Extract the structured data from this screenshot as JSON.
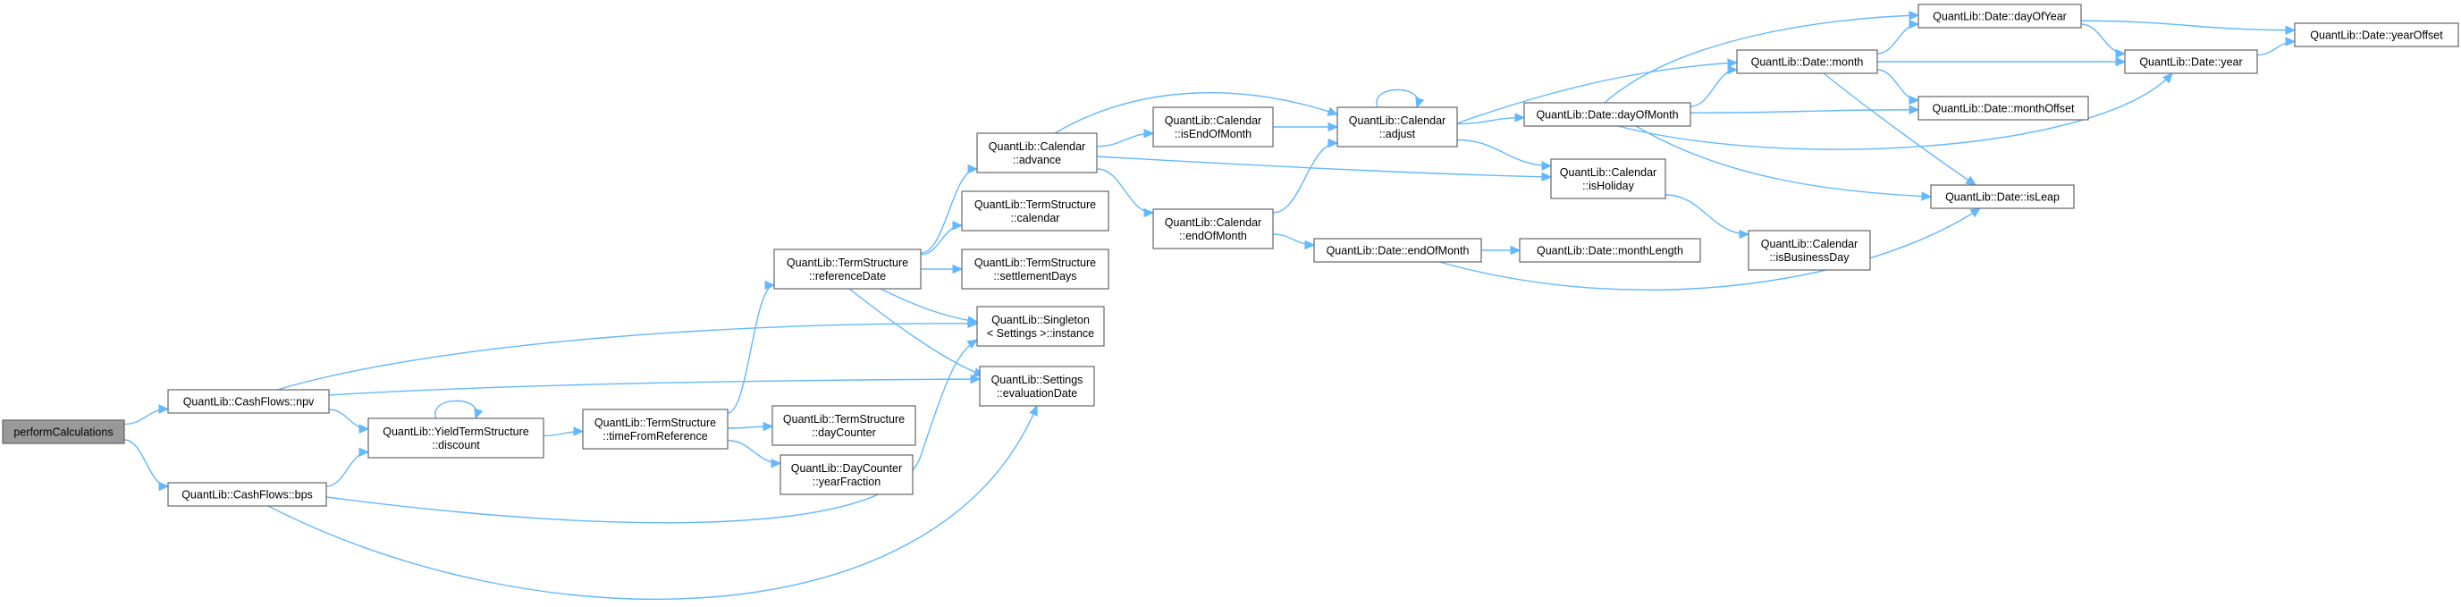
{
  "graph": {
    "root_node": "performCalculations",
    "nodes": [
      {
        "id": "performCalculations",
        "lines": [
          "performCalculations"
        ]
      },
      {
        "id": "npv",
        "lines": [
          "QuantLib::CashFlows::npv"
        ]
      },
      {
        "id": "bps",
        "lines": [
          "QuantLib::CashFlows::bps"
        ]
      },
      {
        "id": "discount",
        "lines": [
          "QuantLib::YieldTermStructure",
          "::discount"
        ]
      },
      {
        "id": "timeFromReference",
        "lines": [
          "QuantLib::TermStructure",
          "::timeFromReference"
        ]
      },
      {
        "id": "referenceDate",
        "lines": [
          "QuantLib::TermStructure",
          "::referenceDate"
        ]
      },
      {
        "id": "dayCounter",
        "lines": [
          "QuantLib::TermStructure",
          "::dayCounter"
        ]
      },
      {
        "id": "yearFraction",
        "lines": [
          "QuantLib::DayCounter",
          "::yearFraction"
        ]
      },
      {
        "id": "advance",
        "lines": [
          "QuantLib::Calendar",
          "::advance"
        ]
      },
      {
        "id": "tsCalendar",
        "lines": [
          "QuantLib::TermStructure",
          "::calendar"
        ]
      },
      {
        "id": "settlementDays",
        "lines": [
          "QuantLib::TermStructure",
          "::settlementDays"
        ]
      },
      {
        "id": "instance",
        "lines": [
          "QuantLib::Singleton",
          "< Settings >::instance"
        ]
      },
      {
        "id": "evaluationDate",
        "lines": [
          "QuantLib::Settings",
          "::evaluationDate"
        ]
      },
      {
        "id": "isEndOfMonth",
        "lines": [
          "QuantLib::Calendar",
          "::isEndOfMonth"
        ]
      },
      {
        "id": "calEndOfMonth",
        "lines": [
          "QuantLib::Calendar",
          "::endOfMonth"
        ]
      },
      {
        "id": "adjust",
        "lines": [
          "QuantLib::Calendar",
          "::adjust"
        ]
      },
      {
        "id": "dateEndOfMonth",
        "lines": [
          "QuantLib::Date::endOfMonth"
        ]
      },
      {
        "id": "monthLength",
        "lines": [
          "QuantLib::Date::monthLength"
        ]
      },
      {
        "id": "dayOfMonth",
        "lines": [
          "QuantLib::Date::dayOfMonth"
        ]
      },
      {
        "id": "isHoliday",
        "lines": [
          "QuantLib::Calendar",
          "::isHoliday"
        ]
      },
      {
        "id": "isBusinessDay",
        "lines": [
          "QuantLib::Calendar",
          "::isBusinessDay"
        ]
      },
      {
        "id": "month",
        "lines": [
          "QuantLib::Date::month"
        ]
      },
      {
        "id": "dayOfYear",
        "lines": [
          "QuantLib::Date::dayOfYear"
        ]
      },
      {
        "id": "monthOffset",
        "lines": [
          "QuantLib::Date::monthOffset"
        ]
      },
      {
        "id": "isLeap",
        "lines": [
          "QuantLib::Date::isLeap"
        ]
      },
      {
        "id": "year",
        "lines": [
          "QuantLib::Date::year"
        ]
      },
      {
        "id": "yearOffset",
        "lines": [
          "QuantLib::Date::yearOffset"
        ]
      }
    ],
    "edges": [
      [
        "performCalculations",
        "npv"
      ],
      [
        "performCalculations",
        "bps"
      ],
      [
        "npv",
        "discount"
      ],
      [
        "npv",
        "instance"
      ],
      [
        "npv",
        "evaluationDate"
      ],
      [
        "bps",
        "discount"
      ],
      [
        "bps",
        "instance"
      ],
      [
        "bps",
        "evaluationDate"
      ],
      [
        "discount",
        "discount"
      ],
      [
        "discount",
        "timeFromReference"
      ],
      [
        "timeFromReference",
        "referenceDate"
      ],
      [
        "timeFromReference",
        "dayCounter"
      ],
      [
        "timeFromReference",
        "yearFraction"
      ],
      [
        "referenceDate",
        "advance"
      ],
      [
        "referenceDate",
        "tsCalendar"
      ],
      [
        "referenceDate",
        "settlementDays"
      ],
      [
        "referenceDate",
        "instance"
      ],
      [
        "referenceDate",
        "evaluationDate"
      ],
      [
        "advance",
        "isEndOfMonth"
      ],
      [
        "advance",
        "calEndOfMonth"
      ],
      [
        "advance",
        "adjust"
      ],
      [
        "advance",
        "isHoliday"
      ],
      [
        "isEndOfMonth",
        "adjust"
      ],
      [
        "calEndOfMonth",
        "adjust"
      ],
      [
        "calEndOfMonth",
        "dateEndOfMonth"
      ],
      [
        "adjust",
        "adjust"
      ],
      [
        "adjust",
        "month"
      ],
      [
        "adjust",
        "dayOfMonth"
      ],
      [
        "adjust",
        "isHoliday"
      ],
      [
        "dateEndOfMonth",
        "monthLength"
      ],
      [
        "dateEndOfMonth",
        "isLeap"
      ],
      [
        "dayOfMonth",
        "dayOfYear"
      ],
      [
        "dayOfMonth",
        "month"
      ],
      [
        "dayOfMonth",
        "monthOffset"
      ],
      [
        "dayOfMonth",
        "isLeap"
      ],
      [
        "dayOfMonth",
        "year"
      ],
      [
        "isHoliday",
        "isBusinessDay"
      ],
      [
        "month",
        "dayOfYear"
      ],
      [
        "month",
        "year"
      ],
      [
        "month",
        "monthOffset"
      ],
      [
        "month",
        "isLeap"
      ],
      [
        "dayOfYear",
        "year"
      ],
      [
        "dayOfYear",
        "yearOffset"
      ],
      [
        "year",
        "yearOffset"
      ]
    ],
    "colors": {
      "edge": "#63b8ff",
      "node_border": "#666666",
      "root_fill": "#999999",
      "node_fill": "#ffffff"
    }
  }
}
